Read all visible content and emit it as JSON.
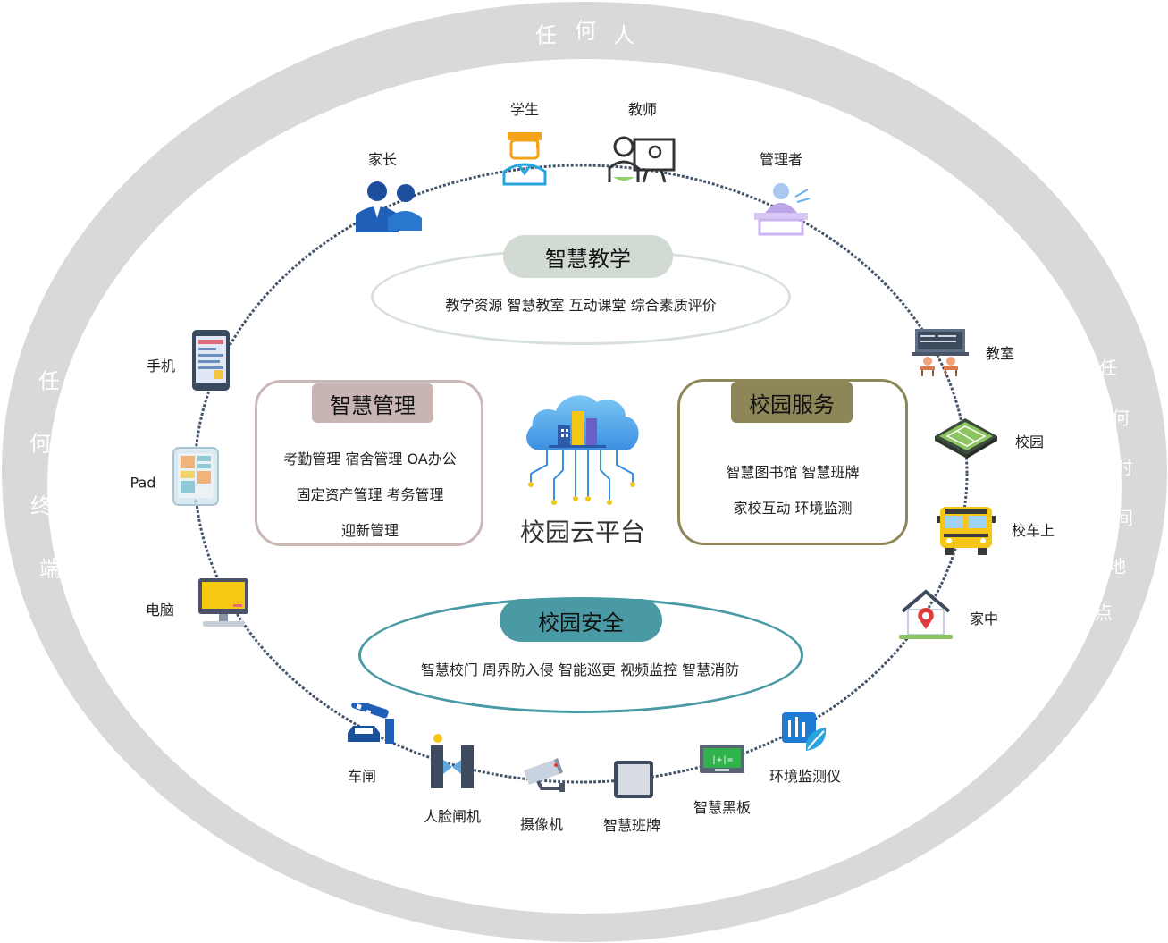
{
  "outer_ring": {
    "top_chars": [
      "任",
      "何",
      "人"
    ],
    "left_chars": [
      "任",
      "何",
      "终",
      "端"
    ],
    "right_chars": [
      "任",
      "何",
      "时",
      "间",
      "地",
      "点"
    ]
  },
  "roles": {
    "student": "学生",
    "teacher": "教师",
    "parent": "家长",
    "admin": "管理者"
  },
  "terminals": {
    "phone": "手机",
    "pad": "Pad",
    "pc": "电脑"
  },
  "places": {
    "classroom": "教室",
    "campus": "校园",
    "bus": "校车上",
    "home": "家中"
  },
  "devices": {
    "gate": "车闸",
    "face_gate": "人脸闸机",
    "camera": "摄像机",
    "board_sign": "智慧班牌",
    "blackboard": "智慧黑板",
    "env_monitor": "环境监测仪"
  },
  "teaching": {
    "title": "智慧教学",
    "items": "教学资源  智慧教室  互动课堂  综合素质评价"
  },
  "management": {
    "title": "智慧管理",
    "line1": "考勤管理  宿舍管理  OA办公",
    "line2": "固定资产管理 考务管理",
    "line3": "迎新管理"
  },
  "service": {
    "title": "校园服务",
    "line1": "智慧图书馆  智慧班牌",
    "line2": "家校互动  环境监测"
  },
  "security": {
    "title": "校园安全",
    "items": "智慧校门  周界防入侵  智能巡更  视频监控  智慧消防"
  },
  "platform": {
    "label": "校园云平台"
  },
  "colors": {
    "outer_ring": "#d9d9d9",
    "dashed_path": "#44546a",
    "teaching_pill": "#d1dbd3",
    "teaching_border": "#d7e0d9",
    "management_tag": "#c8b5b3",
    "management_border": "#c9b8b5",
    "service_tag": "#8c8658",
    "service_border": "#8e8758",
    "security_pill": "#4a9aa5",
    "security_border": "#4a9aa5"
  }
}
